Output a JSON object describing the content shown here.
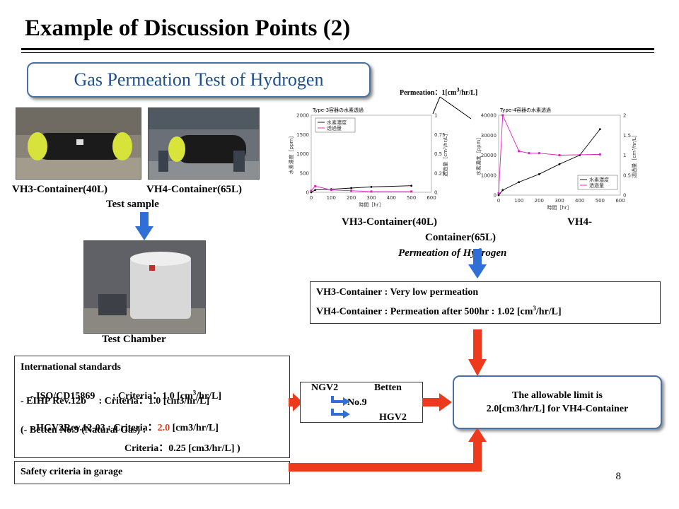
{
  "title": "Example of Discussion Points (2)",
  "subtitle": "Gas Permeation Test of Hydrogen",
  "photos": {
    "vh3_caption": "VH3-Container(40L)",
    "vh4_caption": "VH4-Container(65L)",
    "sample_caption": "Test sample",
    "chamber_caption": "Test Chamber"
  },
  "permeation_note": {
    "text": "Permeation：1[cm",
    "sup": "3",
    "after": "/hr/L]"
  },
  "chart_captions": {
    "vh3": "VH3-Container(40L)",
    "vh4_a": "VH4-",
    "vh4_b": "Container(65L)",
    "permeation": "Permeation of Hydrogen"
  },
  "results": {
    "line1": "VH3-Container : Very low permeation",
    "line2_pre": "VH4-Container : Permeation after 500hr : 1.02 [cm",
    "line2_sup": "3",
    "line2_post": "/hr/L]"
  },
  "standards": {
    "heading": "International standards",
    "iso": "- ISO/CD15869       : Criteria：1.0 [cm",
    "iso_sup": "3",
    "iso_post": "/hr/L]",
    "eihp": "- EIHP Rev.12b     : Criteria：1.0 [cm3/hr/L]",
    "hgv_pre": "- HGV2Rev.12-03 : Criteria：",
    "hgv_val": "2.0",
    "hgv_post": " [cm3/hr/L]",
    "betten_a": "(- Betten No.9 (Natural Gas) :",
    "betten_b": "Criteria：0.25 [cm3/hr/L] )"
  },
  "compare": {
    "ngv2": "NGV2",
    "betten": "Betten",
    "no9": "No.9",
    "hgv2": "HGV2"
  },
  "limit": {
    "line1": "The allowable limit is",
    "line2": "2.0[cm3/hr/L] for VH4-Container"
  },
  "safety": "Safety criteria in garage",
  "page_number": "8",
  "colors": {
    "arrow_blue": "#2f6fd6",
    "arrow_red": "#ee3a1c",
    "box_border": "#4a6fa5",
    "title_text": "#1f4e8c"
  },
  "chart_data": [
    {
      "type": "line",
      "title": "Type-3容器の水素透過",
      "xlabel": "時間［hr］",
      "ylabel": "水素濃度［ppm］",
      "y2label": "透過量［cm³/hr/L］",
      "xlim": [
        0,
        600
      ],
      "xticks": [
        "0",
        "100",
        "200",
        "300",
        "400",
        "500",
        "600"
      ],
      "ylim": [
        0,
        2000
      ],
      "yticks": [
        "0",
        "500",
        "1000",
        "1500",
        "2000"
      ],
      "y2lim": [
        0,
        1
      ],
      "y2ticks": [
        "0",
        "0.25",
        "0.5",
        "0.75",
        "1"
      ],
      "series": [
        {
          "name": "水素濃度",
          "axis": "y",
          "color": "#000000",
          "x": [
            0,
            20,
            100,
            200,
            300,
            500
          ],
          "y": [
            0,
            60,
            80,
            110,
            140,
            170
          ]
        },
        {
          "name": "透過量",
          "axis": "y2",
          "color": "#e020c0",
          "x": [
            0,
            20,
            100,
            200,
            300,
            500
          ],
          "y": [
            0.02,
            0.08,
            0.03,
            0.02,
            0.01,
            0.01
          ]
        }
      ]
    },
    {
      "type": "line",
      "title": "Type-4容器の水素透過",
      "xlabel": "時間［hr］",
      "ylabel": "水素濃度［ppm］",
      "y2label": "透過量［cm³/hr/L］",
      "xlim": [
        0,
        600
      ],
      "xticks": [
        "0",
        "100",
        "200",
        "300",
        "400",
        "500",
        "600"
      ],
      "ylim": [
        0,
        40000
      ],
      "yticks": [
        "0",
        "10000",
        "20000",
        "30000",
        "40000"
      ],
      "y2lim": [
        0,
        2
      ],
      "y2ticks": [
        "0",
        "0.5",
        "1",
        "1.5",
        "2"
      ],
      "series": [
        {
          "name": "水素濃度",
          "axis": "y",
          "color": "#000000",
          "x": [
            0,
            20,
            100,
            200,
            300,
            400,
            500
          ],
          "y": [
            0,
            2500,
            6500,
            10500,
            15500,
            20000,
            33000
          ]
        },
        {
          "name": "透過量",
          "axis": "y2",
          "color": "#e020c0",
          "x": [
            0,
            20,
            100,
            150,
            200,
            300,
            500
          ],
          "y": [
            0.05,
            2.0,
            1.1,
            1.05,
            1.05,
            1.0,
            1.02
          ]
        }
      ]
    }
  ]
}
